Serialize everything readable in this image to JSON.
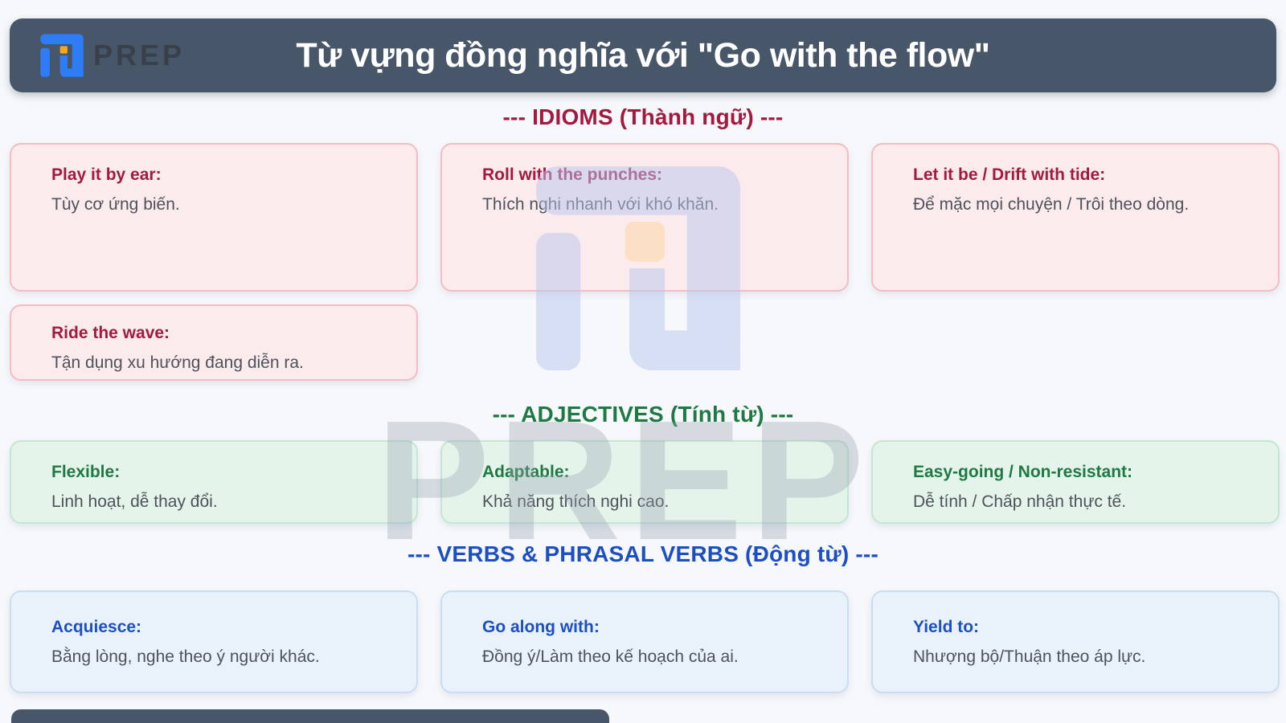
{
  "header": {
    "brand": "PREP",
    "title": "Từ vựng đồng nghĩa với \"Go with the flow\""
  },
  "watermark": {
    "text": "PREP"
  },
  "colors": {
    "page_background": "#f6f8fb",
    "header_background": "#475669",
    "header_title": "#ffffff",
    "logo_blue": "#2e7df6",
    "logo_orange": "#f6a61c",
    "idioms_accent": "#a31a3e",
    "idioms_card_bg": "#fcebec",
    "idioms_card_border": "#f3bdc2",
    "adjectives_accent": "#1e7a42",
    "adjectives_card_bg": "#e4f4ea",
    "adjectives_card_border": "#c3e7d1",
    "verbs_accent": "#1d4fc4",
    "verbs_card_bg": "#e9f1fb",
    "verbs_card_border": "#cadef2",
    "definition_text": "#4e525b",
    "watermark_gray": "#97a3b2"
  },
  "sections": [
    {
      "heading": "--- IDIOMS (Thành ngữ) ---",
      "cards": [
        {
          "term": "Play it by ear:",
          "definition": "Tùy cơ ứng biến."
        },
        {
          "term": "Roll with the punches:",
          "definition": "Thích nghi nhanh với khó khăn."
        },
        {
          "term": "Let it be / Drift with tide:",
          "definition": "Để mặc mọi chuyện / Trôi theo dòng."
        },
        {
          "term": "Ride the wave:",
          "definition": "Tận dụng xu hướng đang diễn ra."
        }
      ]
    },
    {
      "heading": "--- ADJECTIVES (Tính từ) ---",
      "cards": [
        {
          "term": "Flexible:",
          "definition": "Linh hoạt, dễ thay đổi."
        },
        {
          "term": "Adaptable:",
          "definition": "Khả năng thích nghi cao."
        },
        {
          "term": "Easy-going / Non-resistant:",
          "definition": "Dễ tính / Chấp nhận thực tế."
        }
      ]
    },
    {
      "heading": "--- VERBS & PHRASAL VERBS (Động từ) ---",
      "cards": [
        {
          "term": "Acquiesce:",
          "definition": "Bằng lòng, nghe theo ý người khác."
        },
        {
          "term": "Go along with:",
          "definition": "Đồng ý/Làm theo kế hoạch của ai."
        },
        {
          "term": "Yield to:",
          "definition": "Nhượng bộ/Thuận theo áp lực."
        }
      ]
    }
  ]
}
